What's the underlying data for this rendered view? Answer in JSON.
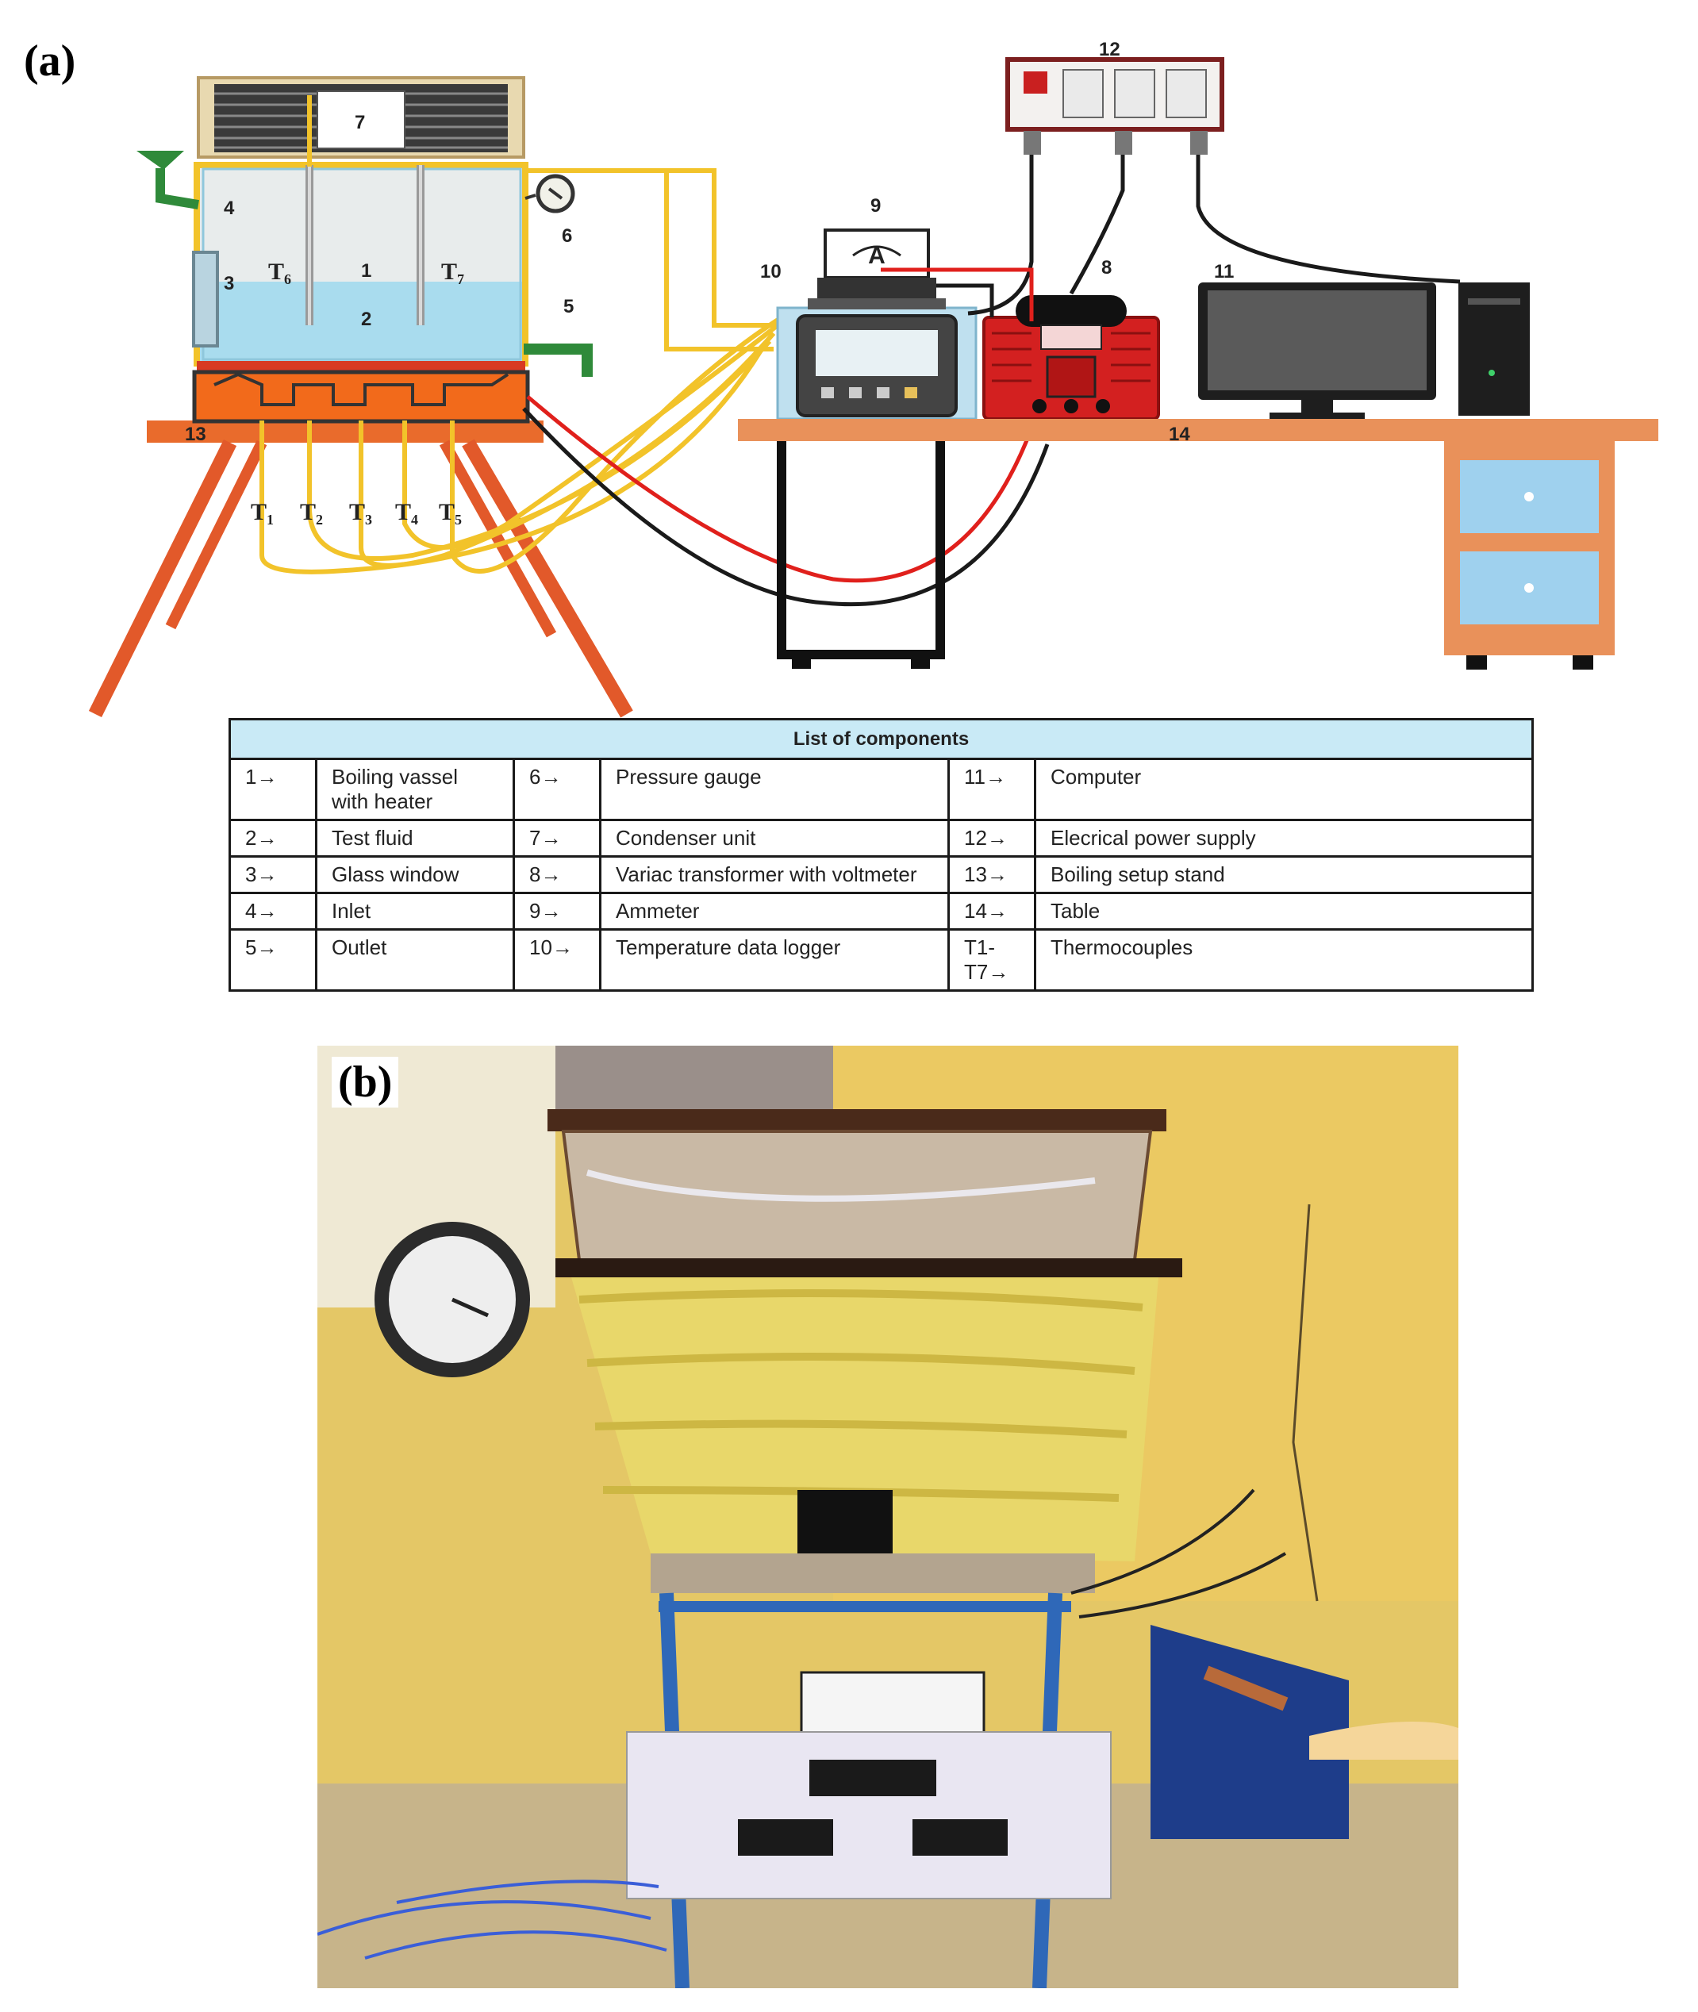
{
  "panel_labels": {
    "a": "(a)",
    "b": "(b)"
  },
  "callouts": [
    "1",
    "2",
    "3",
    "4",
    "5",
    "6",
    "7",
    "8",
    "9",
    "10",
    "11",
    "12",
    "13",
    "14"
  ],
  "thermocouples": {
    "t1": {
      "main": "T",
      "sub": "1"
    },
    "t2": {
      "main": "T",
      "sub": "2"
    },
    "t3": {
      "main": "T",
      "sub": "3"
    },
    "t4": {
      "main": "T",
      "sub": "4"
    },
    "t5": {
      "main": "T",
      "sub": "5"
    },
    "t6": {
      "main": "T",
      "sub": "6"
    },
    "t7": {
      "main": "T",
      "sub": "7"
    }
  },
  "ammeter_symbol": "A",
  "table": {
    "title": "List of components",
    "rows": [
      [
        {
          "n": "1→",
          "label": "Boiling vassel with heater"
        },
        {
          "n": "6→",
          "label": "Pressure gauge"
        },
        {
          "n": "11→",
          "label": "Computer"
        }
      ],
      [
        {
          "n": "2→",
          "label": "Test fluid"
        },
        {
          "n": "7→",
          "label": "Condenser unit"
        },
        {
          "n": "12→",
          "label": "Elecrical power supply"
        }
      ],
      [
        {
          "n": "3→",
          "label": "Glass window"
        },
        {
          "n": "8→",
          "label": "Variac transformer with voltmeter"
        },
        {
          "n": "13→",
          "label": "Boiling setup stand"
        }
      ],
      [
        {
          "n": "4→",
          "label": "Inlet"
        },
        {
          "n": "9→",
          "label": "Ammeter"
        },
        {
          "n": "14→",
          "label": "Table"
        }
      ],
      [
        {
          "n": "5→",
          "label": "Outlet"
        },
        {
          "n": "10→",
          "label": "Temperature data logger"
        },
        {
          "n": "T1-T7→",
          "label": "Thermocouples"
        }
      ]
    ]
  },
  "colors": {
    "fluid": "#a9dcee",
    "heater": "#f26a1b",
    "stand": "#e96b2c",
    "wire_yellow": "#f2c32a",
    "wire_red": "#e0201c",
    "wire_black": "#1a1a1a",
    "drawer": "#9fd1ee",
    "table_top": "#e9915a",
    "variac": "#d32020",
    "insulation": "#e8d76a"
  }
}
